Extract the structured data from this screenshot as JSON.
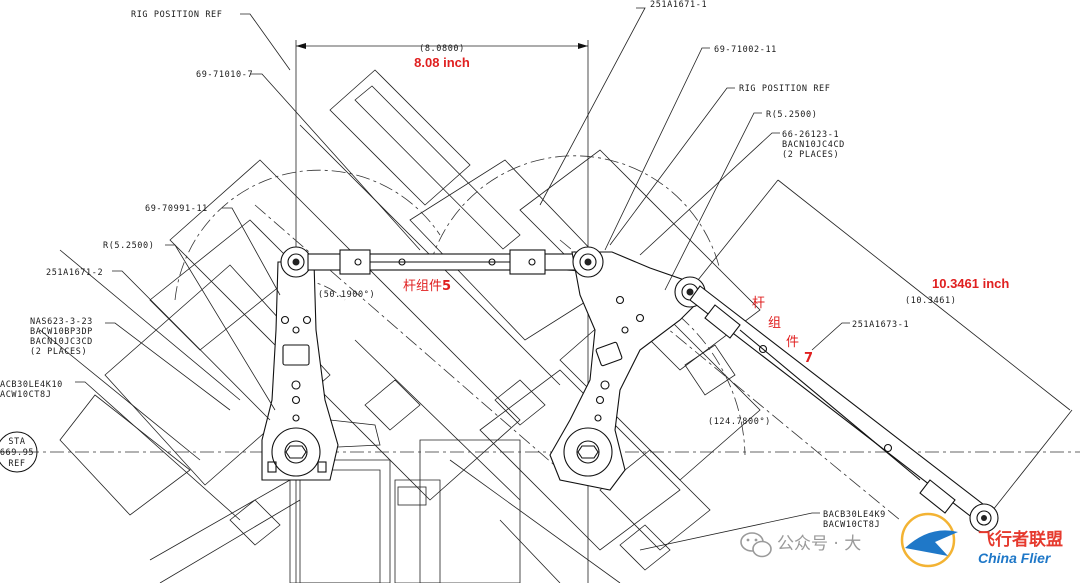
{
  "labels": {
    "rig_ref_left": "RIG POSITION REF",
    "part_251a1671_1": "251A1671-1",
    "part_69_71002_11": "69-71002-11",
    "dim_top": "(8.0800)",
    "dim_top_red": "8.08 inch",
    "part_69_71010_7": "69-71010-7",
    "rig_ref_right": "RIG POSITION REF",
    "radius_right": "R(5.2500)",
    "part_66_26123_1": "66-26123-1",
    "bacn_right": "BACN10JC4CD",
    "places_right": "(2 PLACES)",
    "part_69_70991_11": "69-70991-11",
    "radius_left": "R(5.2500)",
    "part_251a1671_2": "251A1671-2",
    "angle_left": "(50.1900°)",
    "rod5_cn": "杆组件",
    "rod5_num": "5",
    "nas": "NAS623-3-23",
    "bacw_left": "BACW10BP3DP",
    "bacn_left": "BACN10JC3CD",
    "places_left": "(2 PLACES)",
    "bacb_left": "ACB30LE4K10",
    "bacw_left2": "ACW10CT8J",
    "sta_1": "STA",
    "sta_2": "669.95",
    "sta_3": "REF",
    "dim_right_red": "10.3461 inch",
    "dim_right": "(10.3461)",
    "rod7_cn1": "杆",
    "rod7_cn2": "组",
    "rod7_cn3": "件",
    "rod7_num": "7",
    "part_251a1673_1": "251A1673-1",
    "angle_right": "(124.7800°)",
    "bacb_right": "BACB30LE4K9",
    "bacw_right": "BACW10CT8J"
  },
  "watermark": {
    "text1": "公众号 · 大",
    "text2": "飞行者联盟",
    "text3": "China Flier"
  },
  "colors": {
    "annotation_red": "#e02020",
    "line": "#111111",
    "watermark_gray": "#9a9a9a",
    "watermark_blue": "#1f78c8"
  }
}
